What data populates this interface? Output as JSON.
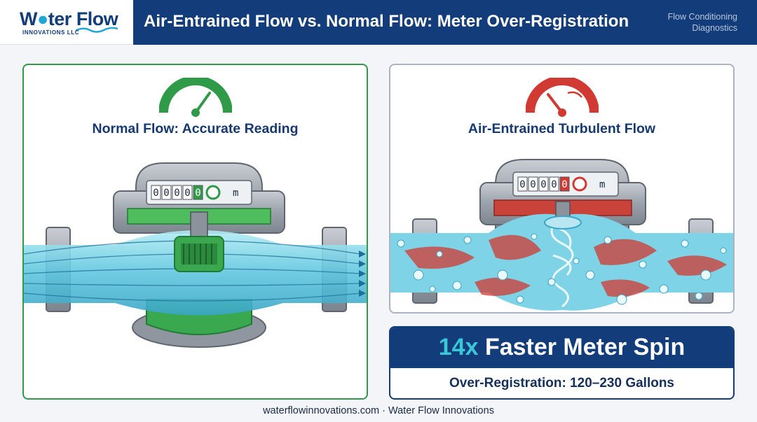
{
  "brand": {
    "name_part1": "W",
    "name_part2": "ter Flow",
    "subline": "INNOVATIONS LLC"
  },
  "header": {
    "title": "Air-Entrained Flow vs. Normal Flow: Meter Over-Registration",
    "side_line1": "Flow Conditioning",
    "side_line2": "Diagnostics"
  },
  "panels": {
    "left": {
      "label": "Normal Flow: Accurate Reading",
      "gauge_color": "#2f9a48"
    },
    "right": {
      "label": "Air-Entrained Turbulent Flow",
      "gauge_color": "#d13a32"
    }
  },
  "meter": {
    "digits": [
      "0",
      "0",
      "0",
      "0",
      "0"
    ],
    "unit": "m"
  },
  "result": {
    "multiplier": "14x",
    "headline": "Faster Meter Spin",
    "detail": "Over-Registration: 120–230 Gallons"
  },
  "footer": {
    "text": "waterflowinnovations.com · Water Flow Innovations"
  },
  "colors": {
    "header_bg": "#123c7a",
    "normal_accent": "#2f9a48",
    "error_accent": "#d13a32",
    "water": "#7fd3e6"
  }
}
